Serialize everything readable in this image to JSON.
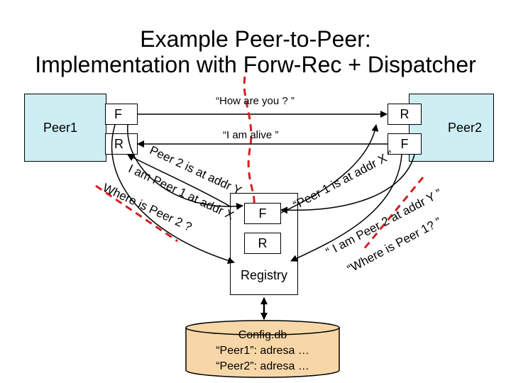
{
  "title": {
    "line1": "Example Peer-to-Peer:",
    "line2": "Implementation with Forw-Rec + Dispatcher"
  },
  "peer1": {
    "label": "Peer1",
    "f": "F",
    "r": "R"
  },
  "peer2": {
    "label": "Peer2",
    "f": "F",
    "r": "R"
  },
  "messages": {
    "how_are_you": "“How are you ? ”",
    "i_am_alive": "“I am alive ”"
  },
  "registry": {
    "f": "F",
    "r": "R",
    "label": "Registry"
  },
  "config_db": {
    "line1": "Config.db",
    "line2": "“Peer1”: adresa …",
    "line3": "“Peer2”: adresa …"
  },
  "left_messages": {
    "peer2_is_at": "Peer 2 is at addr Y",
    "i_am_peer1": "I am Peer 1 at addr X",
    "where_is_peer2": "Where is Peer 2 ?"
  },
  "right_messages": {
    "peer1_is_at": "“Peer 1 is at addr X ”",
    "i_am_peer2": "“ I am Peer 2 at addr Y ”",
    "where_is_peer1": "“Where is Peer 1? ”"
  },
  "colors": {
    "peer_fill": "#cdeef2",
    "cut_line": "#d42020",
    "db_fill": "#f7d7a8"
  }
}
